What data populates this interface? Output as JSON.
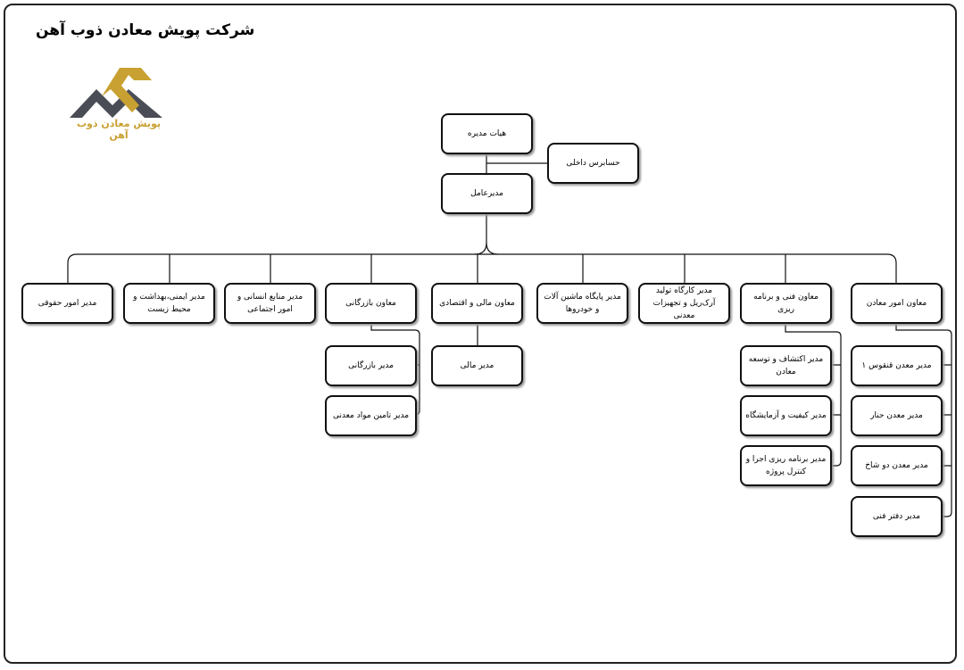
{
  "title": "شرکت پویش معادن ذوب آهن",
  "logo_text": "پویش معادن ذوب آهن",
  "colors": {
    "logo_gold": "#c9a032",
    "logo_gray": "#4a4d55"
  },
  "board": "هیات مدیره",
  "auditor": "حسابرس داخلی",
  "ceo": "مدیرعامل",
  "row": [
    "مدیر امور حقوقی",
    "مدیر ایمنی،بهداشت و محیط زیست",
    "مدیر منابع انسانی و امور اجتماعی",
    "معاون بازرگانی",
    "معاون مالی و اقتصادی",
    "مدیر پایگاه ماشین آلات و خودروها",
    "مدیر کارگاه تولید آرک‌ریل و تجهیزات معدنی",
    "معاون فنی و برنامه ریزی",
    "معاون امور معادن"
  ],
  "commerce_subs": [
    "مدیر بازرگانی",
    "مدیر تامین مواد معدنی"
  ],
  "finance_subs": [
    "مدیر مالی"
  ],
  "technical_subs": [
    "مدیر اکتشاف و توسعه معادن",
    "مدیر کیفیت و آزمایشگاه",
    "مدیر برنامه ریزی اجرا و کنترل پروژه"
  ],
  "mines_subs": [
    "مدیر معدن قنقوس ۱",
    "مدیر معدن حنار",
    "مدیر معدن دو شاخ",
    "مدیر دفتر فنی"
  ]
}
